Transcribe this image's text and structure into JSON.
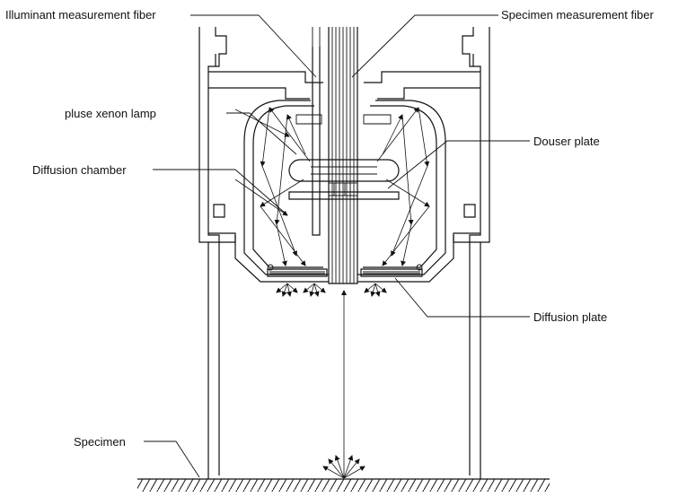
{
  "labels": {
    "illuminant_fiber": "Illuminant measurement fiber",
    "specimen_fiber": "Specimen measurement fiber",
    "xenon_lamp": "pluse xenon lamp",
    "diffusion_chamber": "Diffusion chamber",
    "douser_plate": "Douser plate",
    "diffusion_plate": "Diffusion plate",
    "specimen": "Specimen"
  },
  "colors": {
    "ink": "#111111",
    "background": "#ffffff"
  }
}
